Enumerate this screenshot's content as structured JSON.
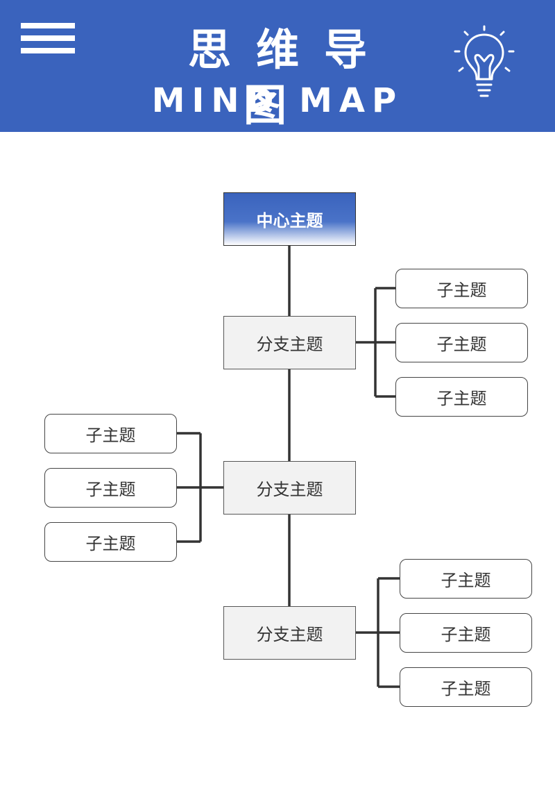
{
  "header": {
    "title_zh": "思维导图",
    "title_en": "MIND MAP",
    "background_color": "#3a63bd",
    "menu_icon": "hamburger-menu-icon",
    "bulb_icon": "lightbulb-icon"
  },
  "mindmap": {
    "central": "中心主题",
    "branches": [
      {
        "label": "分支主题",
        "side": "right",
        "children": [
          "子主题",
          "子主题",
          "子主题"
        ]
      },
      {
        "label": "分支主题",
        "side": "left",
        "children": [
          "子主题",
          "子主题",
          "子主题"
        ]
      },
      {
        "label": "分支主题",
        "side": "right",
        "children": [
          "子主题",
          "子主题",
          "子主题"
        ]
      }
    ]
  }
}
